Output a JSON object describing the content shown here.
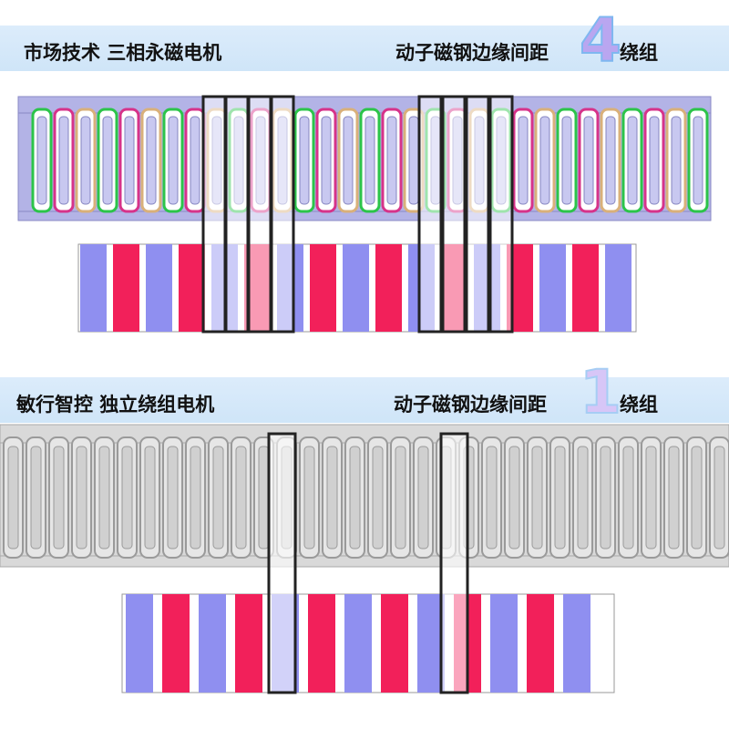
{
  "top": {
    "left_title": "市场技术 三相永磁电机",
    "right_title": "动子磁钢边缘间距",
    "count": "4",
    "suffix": "绕组"
  },
  "bottom": {
    "left_title": "敏行智控 独立绕组电机",
    "right_title": "动子磁钢边缘间距",
    "count": "1",
    "suffix": "绕组"
  },
  "colors": {
    "banner": "#d6e9fa",
    "stator_top": "#b3b3e6",
    "stator_bottom": "#d9d9d9",
    "coil_green": "#2cc44a",
    "coil_magenta": "#d6338a",
    "coil_tan": "#d9b07a",
    "magnet_blue": "#8f8ff0",
    "magnet_red": "#f2205a",
    "frame": "#222222"
  }
}
